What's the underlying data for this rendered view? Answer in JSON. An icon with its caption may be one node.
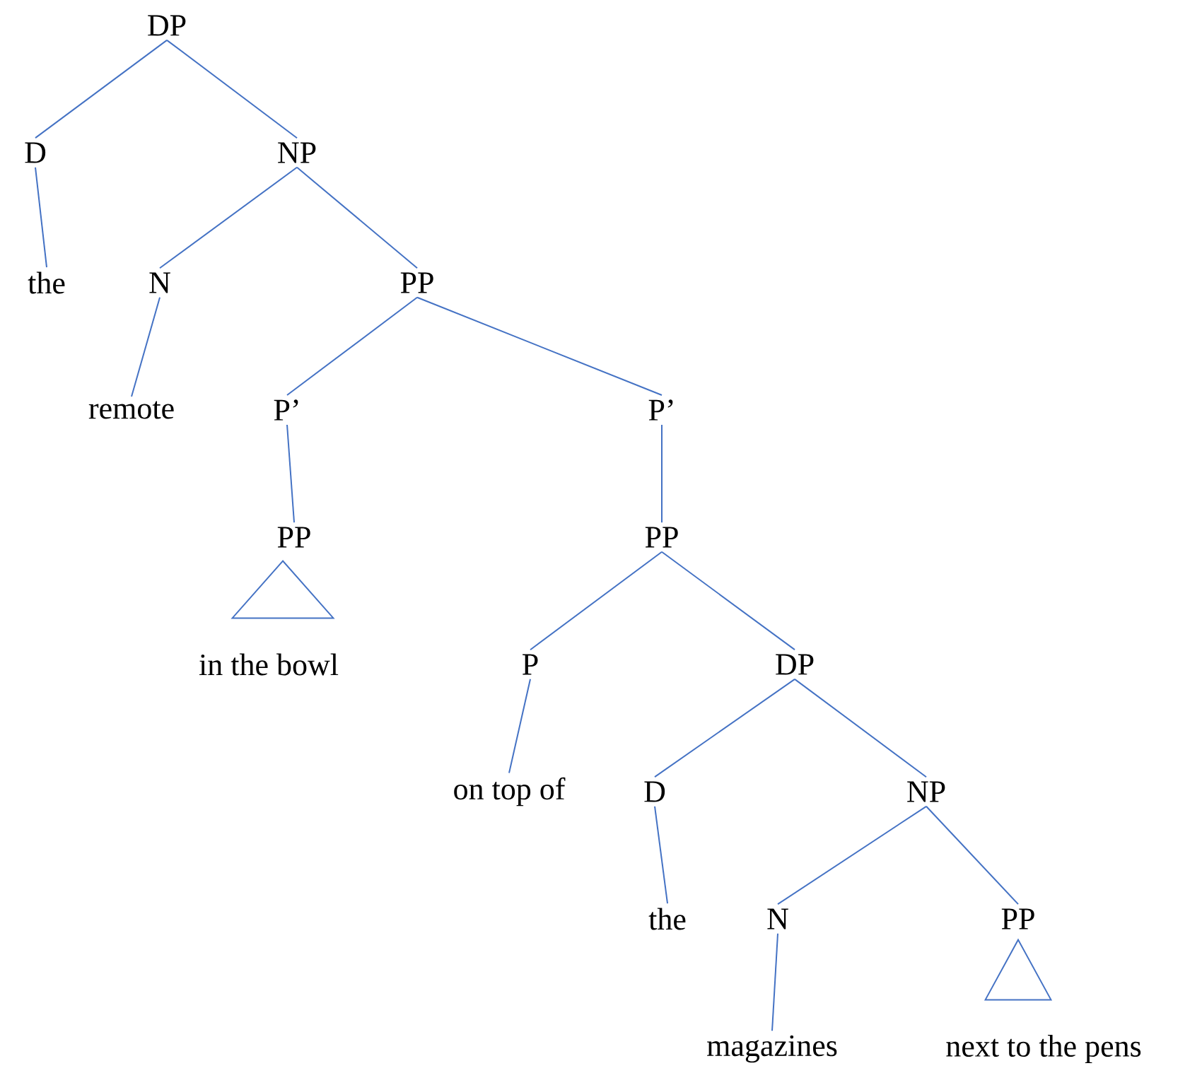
{
  "diagram": {
    "nodes": [
      {
        "text": [
          "DP"
        ]
      },
      {
        "text": [
          "D"
        ]
      },
      {
        "text": [
          "NP"
        ]
      },
      {
        "text": [
          "the"
        ]
      },
      {
        "text": [
          "N"
        ]
      },
      {
        "text": [
          "PP"
        ]
      },
      {
        "text": [
          "remote"
        ]
      },
      {
        "text": [
          "P’"
        ]
      },
      {
        "text": [
          "P’"
        ]
      },
      {
        "text": [
          "PP"
        ]
      },
      {
        "text": [
          "PP"
        ]
      },
      {
        "text": [],
        "shape": "triangle"
      },
      {
        "text": [
          "in the bowl"
        ]
      },
      {
        "text": [
          "P"
        ]
      },
      {
        "text": [
          "DP"
        ]
      },
      {
        "text": [
          "on top of"
        ]
      },
      {
        "text": [
          "D"
        ]
      },
      {
        "text": [
          "NP"
        ]
      },
      {
        "text": [
          "the"
        ]
      },
      {
        "text": [
          "N"
        ]
      },
      {
        "text": [
          "PP"
        ]
      },
      {
        "text": [],
        "shape": "triangle"
      },
      {
        "text": [
          "magazines"
        ]
      },
      {
        "text": [
          "next to the pens"
        ]
      }
    ],
    "edges": [
      {
        "from": 0,
        "to": 1,
        "arrow": "none"
      },
      {
        "from": 0,
        "to": 2,
        "arrow": "none"
      },
      {
        "from": 1,
        "to": 3,
        "arrow": "none"
      },
      {
        "from": 2,
        "to": 4,
        "arrow": "none"
      },
      {
        "from": 2,
        "to": 5,
        "arrow": "none"
      },
      {
        "from": 4,
        "to": 6,
        "arrow": "none"
      },
      {
        "from": 5,
        "to": 7,
        "arrow": "none"
      },
      {
        "from": 5,
        "to": 8,
        "arrow": "none"
      },
      {
        "from": 7,
        "to": 9,
        "arrow": "none"
      },
      {
        "from": 8,
        "to": 10,
        "arrow": "none"
      },
      {
        "from": 10,
        "to": 13,
        "arrow": "none"
      },
      {
        "from": 10,
        "to": 14,
        "arrow": "none"
      },
      {
        "from": 13,
        "to": 15,
        "arrow": "none"
      },
      {
        "from": 14,
        "to": 16,
        "arrow": "none"
      },
      {
        "from": 14,
        "to": 17,
        "arrow": "none"
      },
      {
        "from": 16,
        "to": 18,
        "arrow": "none"
      },
      {
        "from": 17,
        "to": 19,
        "arrow": "none"
      },
      {
        "from": 17,
        "to": 20,
        "arrow": "none"
      },
      {
        "from": 19,
        "to": 22,
        "arrow": "none"
      }
    ]
  }
}
